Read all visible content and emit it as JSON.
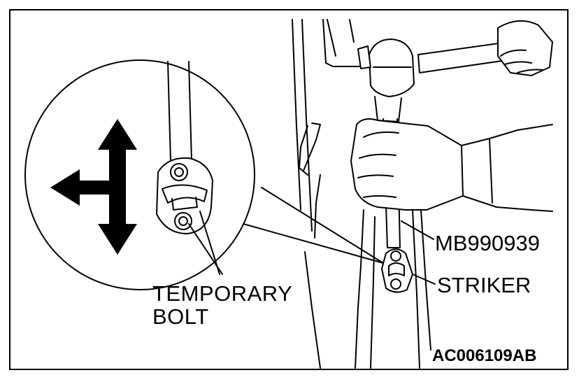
{
  "labels": {
    "temporary_bolt_line1": "TEMPORARY",
    "temporary_bolt_line2": "BOLT",
    "tool_number": "MB990939",
    "striker": "STRIKER",
    "figure_code": "AC006109AB"
  },
  "colors": {
    "ink": "#000000",
    "paper": "#ffffff"
  },
  "icons": [
    "four-way-arrow-icon",
    "hammer-icon",
    "hand-icon",
    "striker-icon",
    "magnifier-callout"
  ]
}
